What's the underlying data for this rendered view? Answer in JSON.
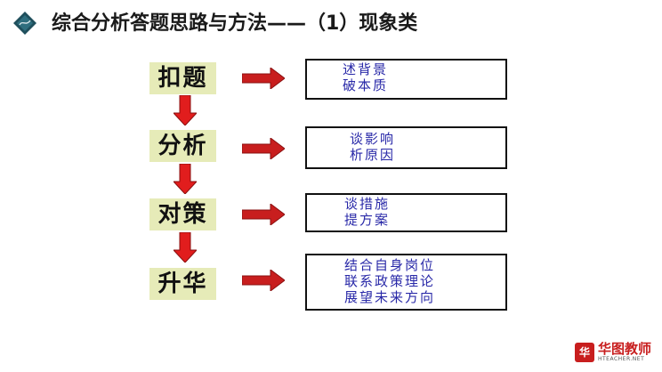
{
  "title": "综合分析答题思路与方法——（1）现象类",
  "stages": [
    {
      "label": "扣题",
      "lines": [
        "述背景",
        "破本质"
      ]
    },
    {
      "label": "分析",
      "lines": [
        "谈影响",
        "析原因"
      ]
    },
    {
      "label": "对策",
      "lines": [
        "谈措施",
        "提方案"
      ]
    },
    {
      "label": "升华",
      "lines": [
        "结合自身岗位",
        "联系政策理论",
        "展望未来方向"
      ]
    }
  ],
  "brand": {
    "mark": "华",
    "name": "华图教师",
    "sub": "HTEACHER.NET"
  },
  "colors": {
    "stage_bg": "#e6ebb8",
    "arrow": "#c81e1e",
    "text_blue": "#2929a8"
  }
}
